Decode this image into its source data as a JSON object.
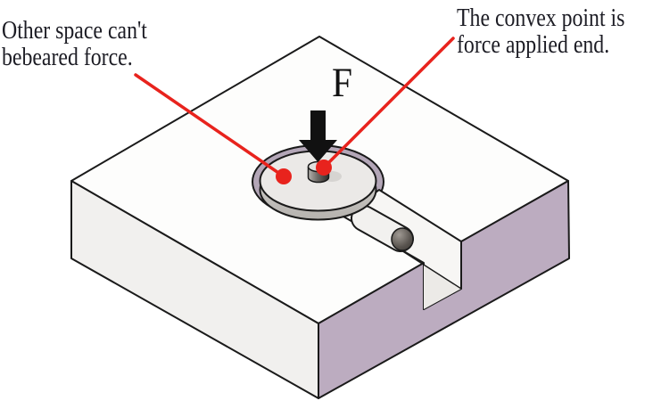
{
  "figure": {
    "force_label": "F",
    "left_annotation": {
      "line1": "Other space can't",
      "line2": "bebeared force."
    },
    "right_annotation": {
      "line1": "The convex point is",
      "line2": "force applied end."
    },
    "colors": {
      "leader_red": "#e8231d",
      "block_top_face": "#fdfdfc",
      "block_left_face": "#f1f0ee",
      "block_right_face": "#bcacc0",
      "pocket_ring": "#b3a6b7",
      "disc_top": "#ebe9e7",
      "disc_side": "#c7c5c2",
      "arrow_black": "#111111"
    }
  }
}
